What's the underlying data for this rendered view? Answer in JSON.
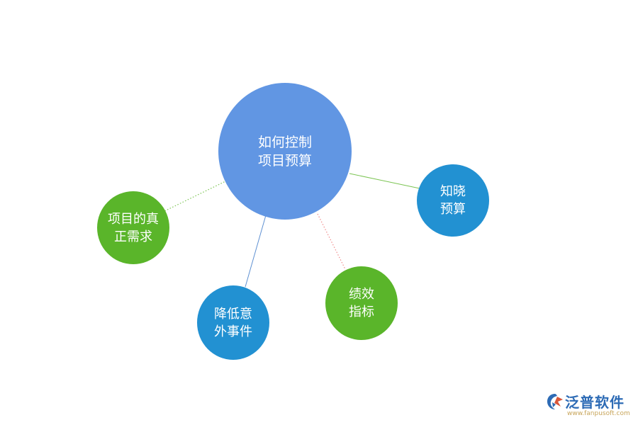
{
  "colors": {
    "center": "#6196E3",
    "green": "#5AB52A",
    "blue": "#2291D2",
    "link_green": "#7BC452",
    "link_red": "#F08C8C",
    "link_blue": "#5E90D2",
    "logo_text": "#2D6BB5",
    "logo_url": "#C8A55A"
  },
  "diagram": {
    "center": {
      "lines": [
        "如何控制",
        "项目预算"
      ],
      "color": "center"
    },
    "nodes": [
      {
        "id": "know",
        "lines": [
          "知晓",
          "预算"
        ],
        "color": "blue",
        "link_color": "link_green",
        "link_style": "solid"
      },
      {
        "id": "need",
        "lines": [
          "项目的真",
          "正需求"
        ],
        "color": "green",
        "link_color": "link_green",
        "link_style": "dotted"
      },
      {
        "id": "perf",
        "lines": [
          "绩效",
          "指标"
        ],
        "color": "green",
        "link_color": "link_red",
        "link_style": "dotted"
      },
      {
        "id": "risk",
        "lines": [
          "降低意",
          "外事件"
        ],
        "color": "blue",
        "link_color": "link_blue",
        "link_style": "solid"
      }
    ]
  },
  "logo": {
    "name": "泛普软件",
    "url": "www.fanpusoft.com",
    "icon": "fanpu-logo-icon"
  }
}
